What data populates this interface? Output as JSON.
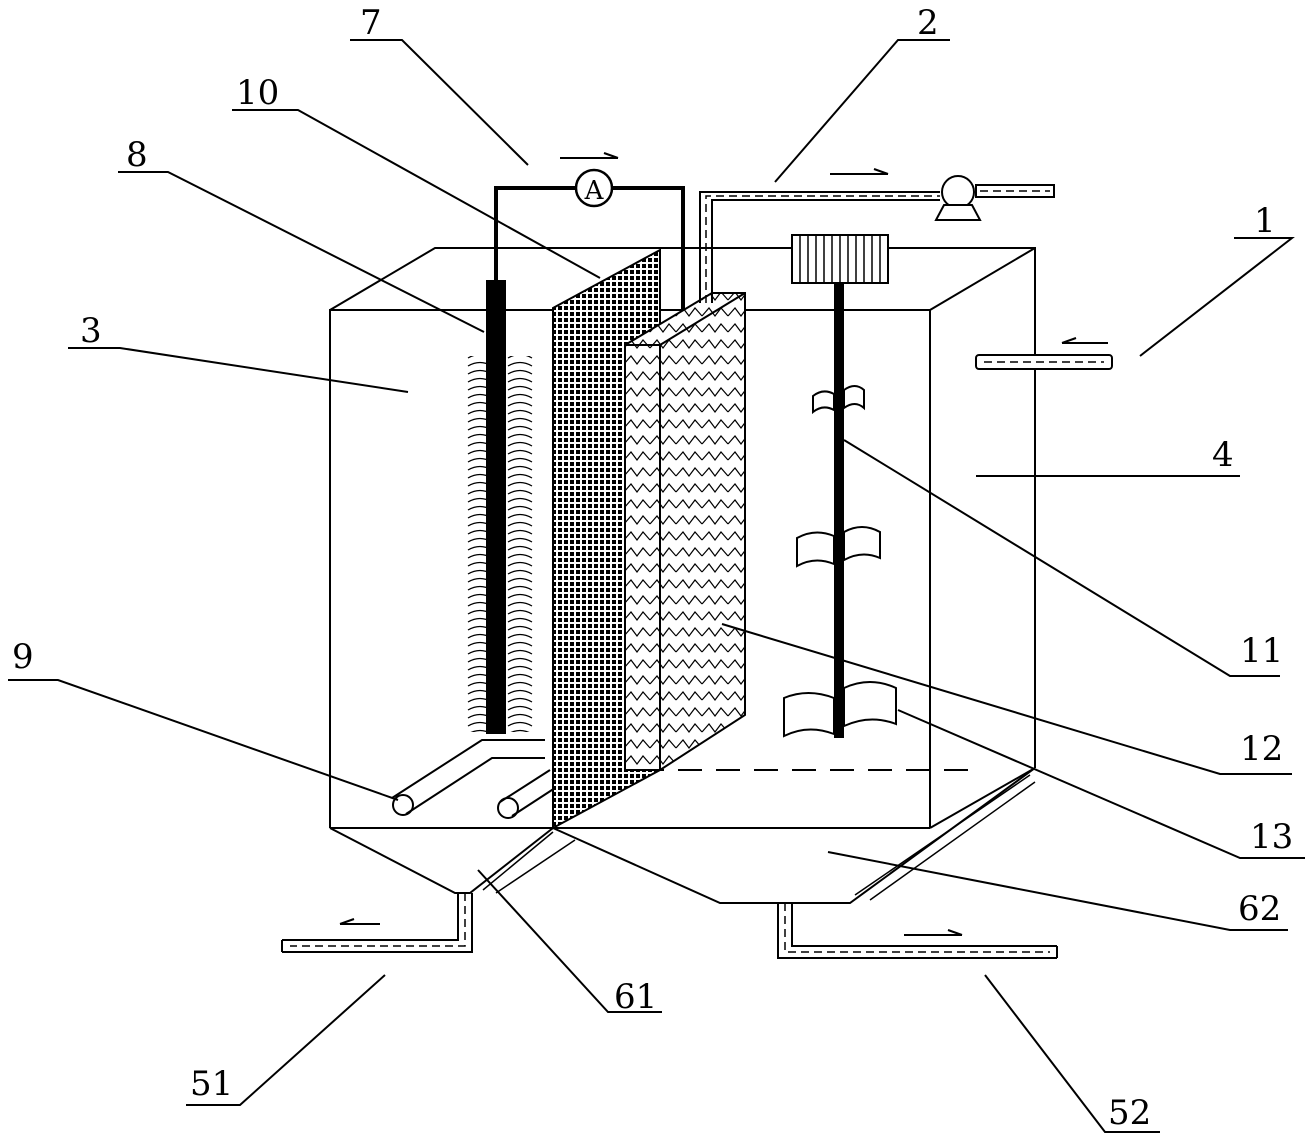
{
  "diagram": {
    "labels": {
      "l1": "1",
      "l2": "2",
      "l3": "3",
      "l4": "4",
      "l7": "7",
      "l8": "8",
      "l9": "9",
      "l10": "10",
      "l11": "11",
      "l12": "12",
      "l13": "13",
      "l51": "51",
      "l52": "52",
      "l61": "61",
      "l62": "62"
    },
    "ammeter_symbol": "A"
  }
}
